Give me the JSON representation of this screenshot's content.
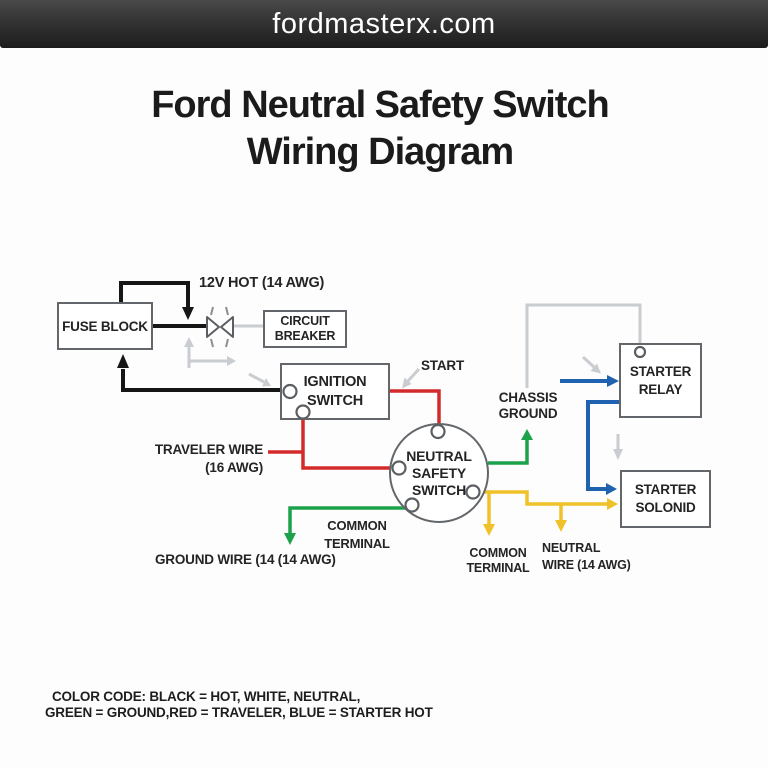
{
  "header": {
    "site": "fordmasterx.com"
  },
  "title": {
    "line1": "Ford Neutral Safety Switch",
    "line2": "Wiring Diagram"
  },
  "colors": {
    "hot_black": "#161616",
    "faint_gray": "#c9ccd0",
    "ground_green": "#1ca24b",
    "traveler_red": "#d32b2b",
    "starter_blue": "#1f62af",
    "neutral_yellow": "#f0c22a",
    "box_border": "#5b5f63"
  },
  "components": {
    "fuse_block": "FUSE BLOCK",
    "circuit_breaker": {
      "line1": "CIRCUIT",
      "line2": "BREAKER"
    },
    "ignition_switch": {
      "line1": "IGNITION",
      "line2": "SWITCH"
    },
    "neutral_safety_switch": {
      "line1": "NEUTRAL",
      "line2": "SAFETY",
      "line3": "SWITCH"
    },
    "starter_relay": {
      "line1": "STARTER",
      "line2": "RELAY"
    },
    "starter_solenoid": {
      "line1": "STARTER",
      "line2": "SOLONID"
    }
  },
  "labels": {
    "hot_12v": "12V HOT (14 AWG)",
    "start": "START",
    "chassis_ground": {
      "line1": "CHASSIS",
      "line2": "GROUND"
    },
    "traveler_wire": {
      "line1": "TRAVELER WIRE",
      "line2": "(16 AWG)"
    },
    "common_terminal_left": {
      "line1": "COMMON",
      "line2": "TERMINAL"
    },
    "ground_wire": "GROUND WIRE (14 (14 AWG)",
    "common_terminal_bottom": {
      "line1": "COMMON",
      "line2": "TERMINAL"
    },
    "neutral_wire": {
      "line1": "NEUTRAL",
      "line2": "WIRE (14 AWG)"
    }
  },
  "color_code": {
    "line1": "COLOR CODE: BLACK = HOT, WHITE, NEUTRAL,",
    "line2": "GREEN = GROUND,RED = TRAVELER, BLUE = STARTER HOT"
  }
}
